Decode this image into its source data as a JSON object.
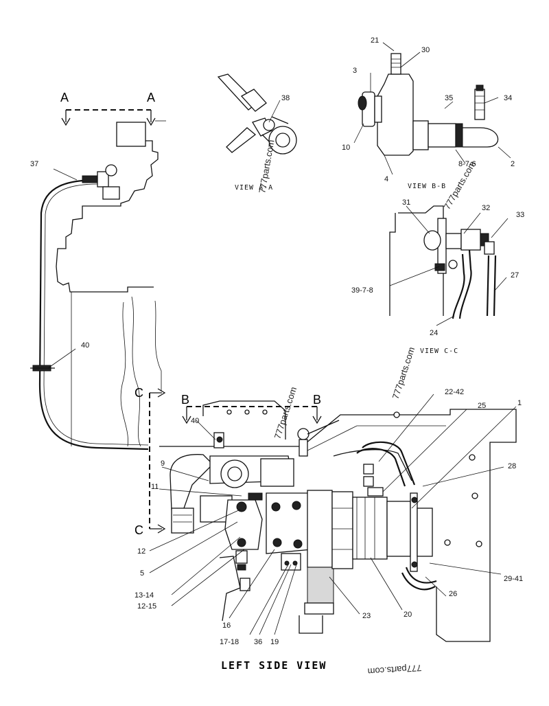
{
  "diagram": {
    "title": "LEFT SIDE VIEW",
    "watermarks": [
      "777parts.com",
      "777parts.com",
      "777parts.com",
      "777parts.com",
      "777parts.com"
    ],
    "section_labels": {
      "a_left": "A",
      "a_right": "A",
      "b_left": "B",
      "b_right": "B",
      "c_top": "C",
      "c_bottom": "C"
    },
    "views": {
      "a": "VIEW A-A",
      "b": "VIEW B-B",
      "c": "VIEW C-C"
    },
    "callouts": {
      "c21": "21",
      "c30": "30",
      "c3": "3",
      "c35": "35",
      "c34": "34",
      "c10": "10",
      "c876": "8-7-6",
      "c2": "2",
      "c4": "4",
      "c38": "38",
      "c37": "37",
      "c31": "31",
      "c32": "32",
      "c33": "33",
      "c3978": "39-7-8",
      "c27": "27",
      "c24": "24",
      "c40a": "40",
      "c40b": "40",
      "c2242": "22-42",
      "c25": "25",
      "c1": "1",
      "c28": "28",
      "c9": "9",
      "c11": "11",
      "c12a": "12",
      "c5": "5",
      "c1314": "13-14",
      "c1215": "12-15",
      "c16": "16",
      "c1718": "17-18",
      "c36": "36",
      "c19": "19",
      "c23": "23",
      "c20": "20",
      "c26": "26",
      "c2941": "29-41"
    }
  }
}
